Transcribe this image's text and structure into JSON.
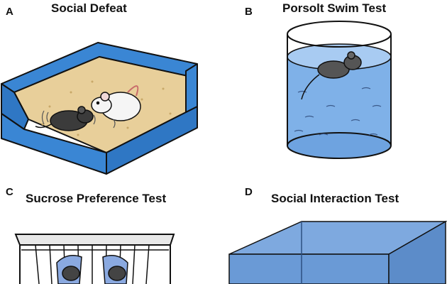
{
  "panels": [
    {
      "letter": "A",
      "title": "Social Defeat"
    },
    {
      "letter": "B",
      "title": "Porsolt Swim Test"
    },
    {
      "letter": "C",
      "title": "Sucrose Preference Test"
    },
    {
      "letter": "D",
      "title": "Social Interaction Test"
    }
  ],
  "colors": {
    "cage_blue": "#3a86d4",
    "bedding": "#e8cf9a",
    "water": "#7fb1e8",
    "box_blue": "#6a9ad6",
    "outline": "#111111"
  }
}
